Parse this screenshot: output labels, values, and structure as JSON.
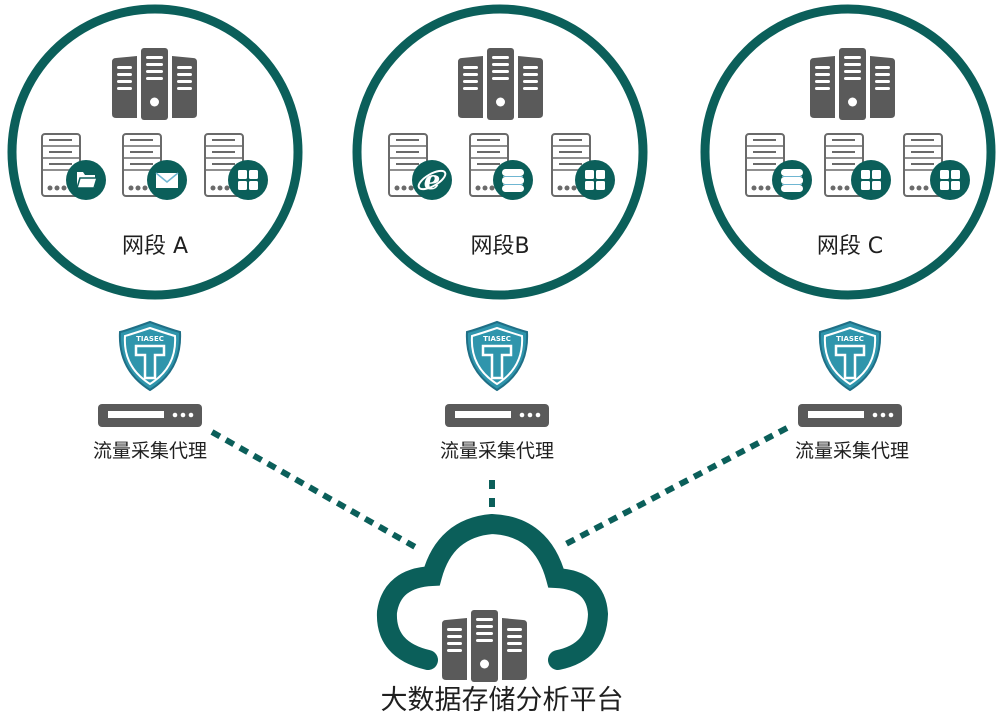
{
  "colors": {
    "teal": "#0b5f5a",
    "server_gray": "#5a5a5a",
    "shield_blue": "#2f95ac",
    "text": "#1f1f1f"
  },
  "segments": [
    {
      "label": "网段 A",
      "badges": [
        "folder-icon",
        "mail-icon",
        "windows-icon"
      ]
    },
    {
      "label": "网段B",
      "badges": [
        "ie-browser-icon",
        "database-icon",
        "windows-icon"
      ]
    },
    {
      "label": "网段 C",
      "badges": [
        "database-icon",
        "windows-icon",
        "windows-icon"
      ]
    }
  ],
  "agents": [
    {
      "label": "流量采集代理",
      "shield_text": "TIASEC"
    },
    {
      "label": "流量采集代理",
      "shield_text": "TIASEC"
    },
    {
      "label": "流量采集代理",
      "shield_text": "TIASEC"
    }
  ],
  "platform": {
    "label": "大数据存储分析平台"
  }
}
